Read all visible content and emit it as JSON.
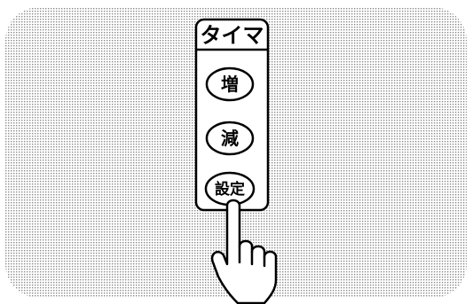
{
  "panel": {
    "title": "タイマ",
    "buttons": [
      {
        "label": "増",
        "icon": "button"
      },
      {
        "label": "減",
        "icon": "button"
      },
      {
        "label": "設定",
        "icon": "button"
      }
    ]
  },
  "pointer": {
    "icon": "pointing-hand-icon",
    "target": "設定"
  },
  "colors": {
    "background_dots": "#8c8c8c",
    "panel_fill": "#ffffff",
    "stroke": "#000000"
  }
}
